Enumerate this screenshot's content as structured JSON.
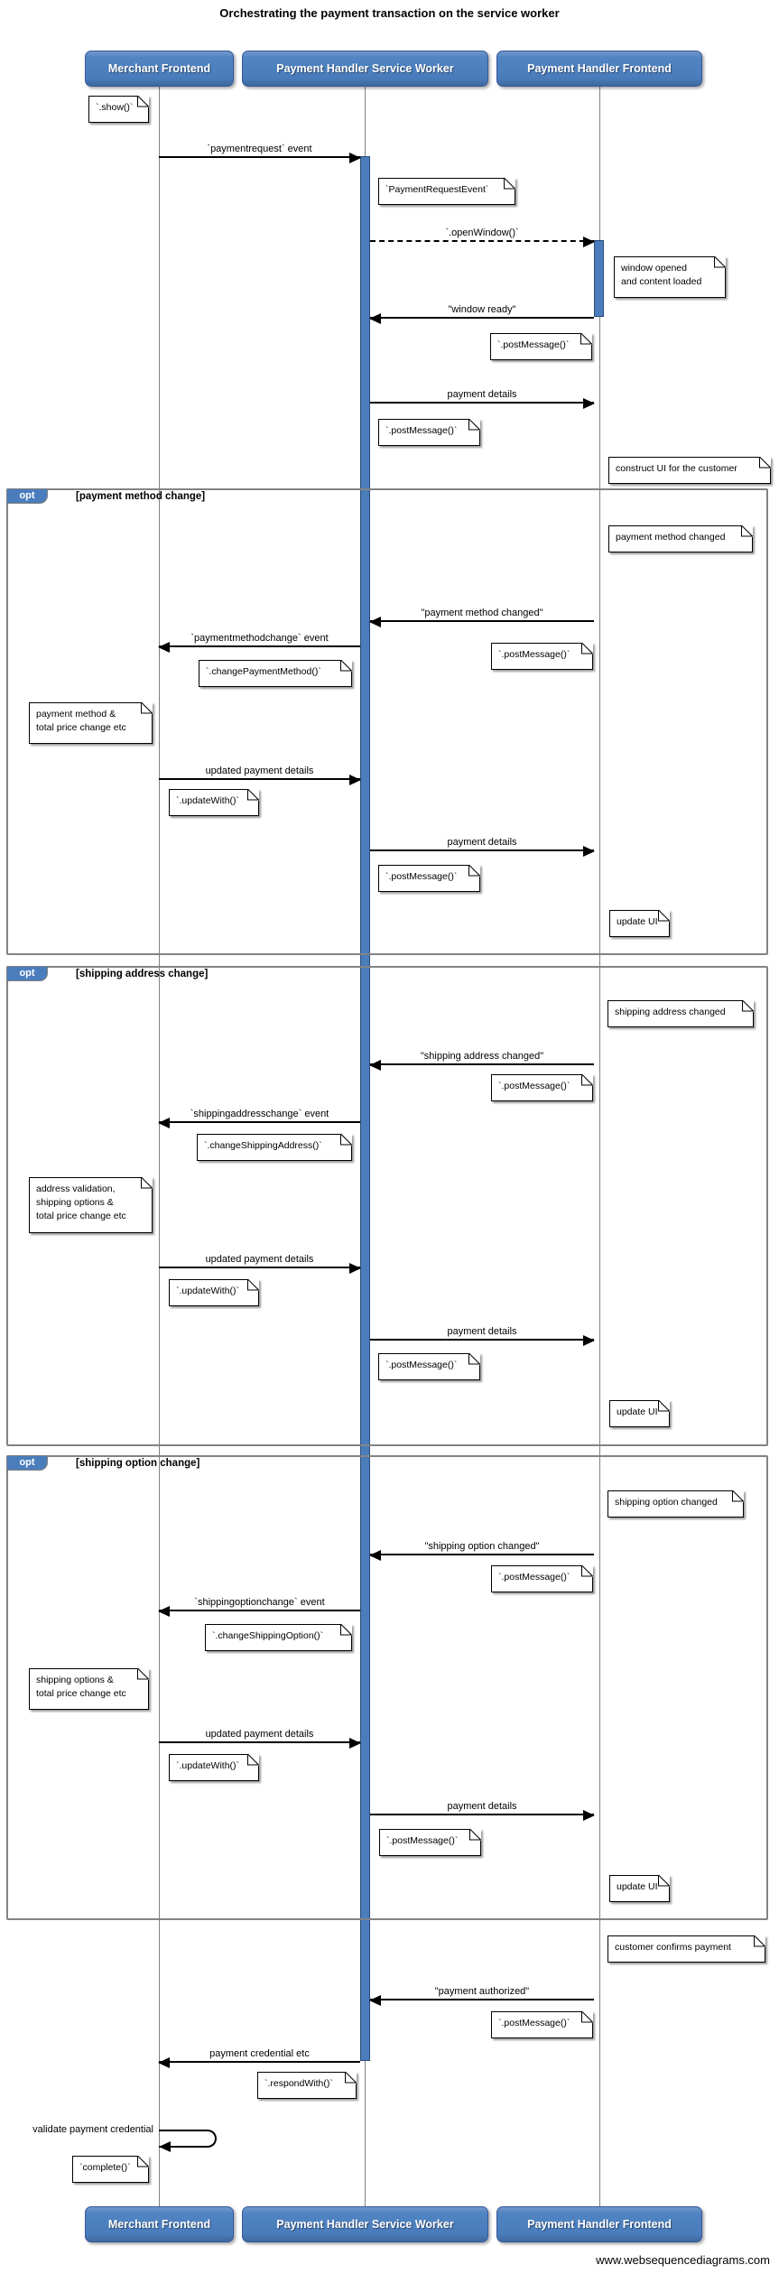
{
  "title": "Orchestrating the payment transaction on the service worker",
  "watermark": "www.websequencediagrams.com",
  "actors": [
    {
      "label": "Merchant Frontend"
    },
    {
      "label": "Payment Handler Service Worker"
    },
    {
      "label": "Payment Handler Frontend"
    }
  ],
  "frames": [
    {
      "label": "opt",
      "condition": "[payment method change]"
    },
    {
      "label": "opt",
      "condition": "[shipping address change]"
    },
    {
      "label": "opt",
      "condition": "[shipping option change]"
    }
  ],
  "messages": [
    {
      "label": "`paymentrequest` event"
    },
    {
      "label": "`.openWindow()`"
    },
    {
      "label": "\"window ready\""
    },
    {
      "label": "payment details"
    },
    {
      "label": "\"payment method changed\""
    },
    {
      "label": "`paymentmethodchange` event"
    },
    {
      "label": "updated payment details"
    },
    {
      "label": "payment details"
    },
    {
      "label": "\"shipping address changed\""
    },
    {
      "label": "`shippingaddresschange` event"
    },
    {
      "label": "updated payment details"
    },
    {
      "label": "payment details"
    },
    {
      "label": "\"shipping option changed\""
    },
    {
      "label": "`shippingoptionchange` event"
    },
    {
      "label": "updated payment details"
    },
    {
      "label": "payment details"
    },
    {
      "label": "\"payment authorized\""
    },
    {
      "label": "payment credential etc"
    },
    {
      "label": "validate payment credential"
    }
  ],
  "notes": [
    {
      "text": "`.show()`"
    },
    {
      "text": "`PaymentRequestEvent`"
    },
    {
      "text": "window opened\nand content loaded"
    },
    {
      "text": "`.postMessage()`"
    },
    {
      "text": "`.postMessage()`"
    },
    {
      "text": "construct UI for the customer"
    },
    {
      "text": "payment method changed"
    },
    {
      "text": "`.postMessage()`"
    },
    {
      "text": "`.changePaymentMethod()`"
    },
    {
      "text": "payment method &\ntotal price change etc"
    },
    {
      "text": "`.updateWith()`"
    },
    {
      "text": "`.postMessage()`"
    },
    {
      "text": "update UI"
    },
    {
      "text": "shipping address changed"
    },
    {
      "text": "`.postMessage()`"
    },
    {
      "text": "`.changeShippingAddress()`"
    },
    {
      "text": "address validation,\nshipping options &\ntotal price change etc"
    },
    {
      "text": "`.updateWith()`"
    },
    {
      "text": "`.postMessage()`"
    },
    {
      "text": "update UI"
    },
    {
      "text": "shipping option changed"
    },
    {
      "text": "`.postMessage()`"
    },
    {
      "text": "`.changeShippingOption()`"
    },
    {
      "text": "shipping options &\ntotal price change etc"
    },
    {
      "text": "`.updateWith()`"
    },
    {
      "text": "`.postMessage()`"
    },
    {
      "text": "update UI"
    },
    {
      "text": "customer confirms payment"
    },
    {
      "text": "`.postMessage()`"
    },
    {
      "text": "`.respondWith()`"
    },
    {
      "text": "`complete()`"
    }
  ],
  "colors": {
    "actor_fill": "#4b7dbd",
    "actor_border": "#36599b",
    "activation_fill": "#4b7dbd",
    "frame_border": "#838383",
    "lifeline": "#828282",
    "note_bg": "#ffffff"
  }
}
